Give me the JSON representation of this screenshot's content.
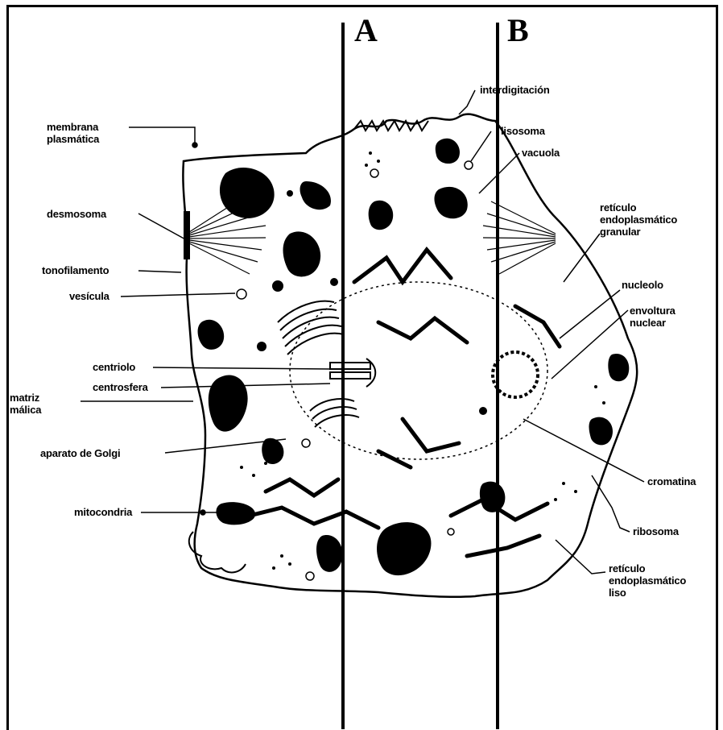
{
  "cut_lines": {
    "a": "A",
    "b": "B"
  },
  "labels": {
    "interdigitacion": "interdigitación",
    "lisosoma": "lisosoma",
    "vacuola": "vacuola",
    "membrana": "membrana\nplasmática",
    "desmosoma": "desmosoma",
    "reticulo_granular": "retículo\nendoplasmático\ngranular",
    "tonofilamento": "tonofilamento",
    "nucleolo": "nucleolo",
    "vesicula": "vesícula",
    "envoltura": "envoltura\nnuclear",
    "centriolo": "centriolo",
    "centrosfera": "centrosfera",
    "matriz": "matriz\nmálica",
    "golgi": "aparato de Golgi",
    "cromatina": "cromatina",
    "mitocondria": "mitocondria",
    "ribosoma": "ribosoma",
    "reticulo_liso": "retículo\nendoplasmático\nliso"
  }
}
